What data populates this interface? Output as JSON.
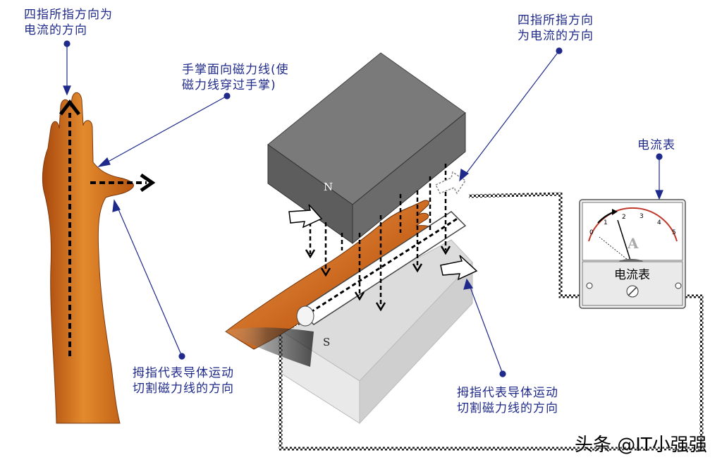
{
  "labels": {
    "left_top": [
      "四指所指方向为",
      "电流的方向"
    ],
    "left_mid": [
      "手掌面向磁力线(使",
      "磁力线穿过手掌)"
    ],
    "left_bottom": [
      "拇指代表导体运动",
      "切割磁力线的方向"
    ],
    "right_top": [
      "四指所指方向",
      "为电流的方向"
    ],
    "right_bottom": [
      "拇指代表导体运动",
      "切割磁力线的方向"
    ],
    "ammeter_title": "电流表"
  },
  "magnet": {
    "north": "N",
    "south": "S"
  },
  "ammeter": {
    "scale": [
      "0",
      "1",
      "2",
      "3",
      "4",
      "5"
    ],
    "unit": "A",
    "face_label": "电流表"
  },
  "watermark": "头条 @IT小强强",
  "colors": {
    "label": "#1f2a8a",
    "skin": "#d9721e",
    "magnet_north": "#6d6d6d",
    "magnet_south": "#e3e3e3"
  }
}
